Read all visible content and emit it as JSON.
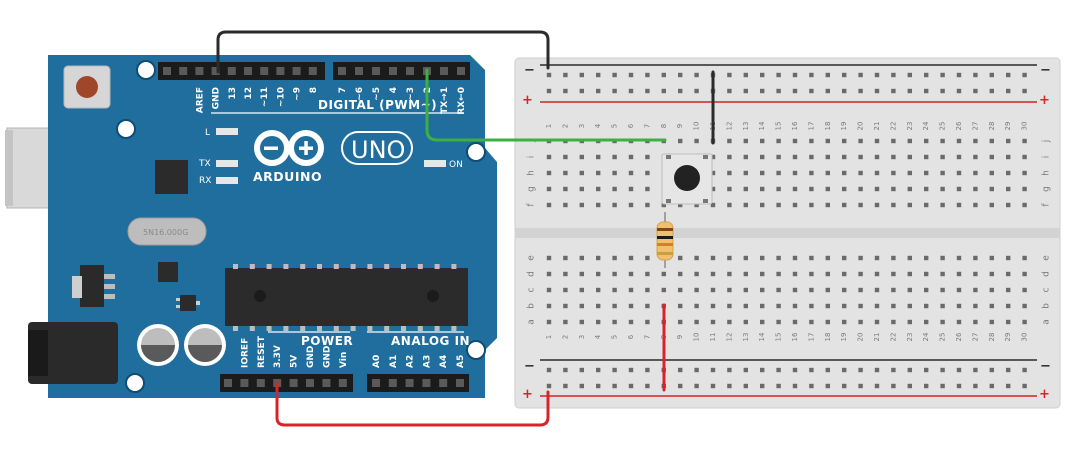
{
  "arduino": {
    "digital_pins": [
      "AREF",
      "GND",
      "13",
      "12",
      "~11",
      "~10",
      "~9",
      "8",
      "7",
      "~6",
      "~5",
      "4",
      "~3",
      "2",
      "TX→1",
      "RX←0"
    ],
    "digital_label": "DIGITAL (PWM~)",
    "power_pins": [
      "IOREF",
      "RESET",
      "3.3V",
      "5V",
      "GND",
      "GND",
      "Vin"
    ],
    "power_label": "POWER",
    "analog_pins": [
      "A0",
      "A1",
      "A2",
      "A3",
      "A4",
      "A5"
    ],
    "analog_label": "ANALOG IN",
    "led_l": "L",
    "led_tx": "TX",
    "led_rx": "RX",
    "led_on": "ON",
    "brand": "ARDUINO",
    "model": "UNO",
    "crystal": "5N16.000G",
    "board_color": "#1f6e9e"
  },
  "breadboard": {
    "columns": [
      "1",
      "2",
      "3",
      "4",
      "5",
      "6",
      "7",
      "8",
      "9",
      "10",
      "11",
      "12",
      "13",
      "14",
      "15",
      "16",
      "17",
      "18",
      "19",
      "20",
      "21",
      "22",
      "23",
      "24",
      "25",
      "26",
      "27",
      "28",
      "29",
      "30"
    ],
    "rows_top": [
      "j",
      "i",
      "h",
      "g",
      "f"
    ],
    "rows_bottom": [
      "e",
      "d",
      "c",
      "b",
      "a"
    ],
    "rail_minus": "−",
    "rail_plus": "+"
  },
  "wires": {
    "gnd_color": "#2b2b2b",
    "signal_color": "#3cb043",
    "power_color": "#d8232a"
  }
}
